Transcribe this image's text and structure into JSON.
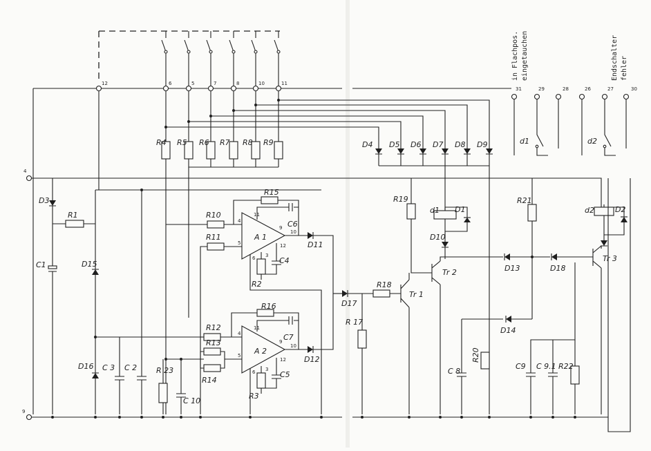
{
  "labels": {
    "R1": "R1",
    "R2": "R2",
    "R3": "R3",
    "R4": "R4",
    "R5": "R5",
    "R6": "R6",
    "R7": "R7",
    "R8": "R8",
    "R9": "R9",
    "R10": "R10",
    "R11": "R11",
    "R12": "R12",
    "R13": "R13",
    "R14": "R14",
    "R15": "R15",
    "R16": "R16",
    "R17": "R 17",
    "R18": "R18",
    "R19": "R19",
    "R20": "R20",
    "R21": "R21",
    "R22": "R22",
    "R23": "R 23",
    "C1": "C1",
    "C2": "C 2",
    "C3": "C 3",
    "C4": "C4",
    "C5": "C5",
    "C6": "C6",
    "C7": "C7",
    "C8": "C 8",
    "C9": "C9",
    "C91": "C 9.1",
    "C10": "C 10",
    "D1": "D1",
    "D2": "D2",
    "D3": "D3",
    "D4": "D4",
    "D5": "D5",
    "D6": "D6",
    "D7": "D7",
    "D8": "D8",
    "D9": "D9",
    "D10": "D10",
    "D11": "D11",
    "D12": "D12",
    "D13": "D13",
    "D14": "D14",
    "D15": "D15",
    "D16": "D16",
    "D17": "D17",
    "D18": "D18",
    "A1": "A 1",
    "A2": "A 2",
    "Tr1": "Tr 1",
    "Tr2": "Tr 2",
    "Tr3": "Tr 3",
    "d1": "d1",
    "d2": "d2",
    "d1b": "d1",
    "d2b": "d2"
  },
  "terminals": {
    "t4": "4",
    "t9": "9",
    "t12": "12",
    "t6": "6",
    "t5": "5",
    "t7": "7",
    "t8": "8",
    "t10": "10",
    "t11": "11",
    "t31": "31",
    "t29": "29",
    "t28": "28",
    "t26": "26",
    "t27": "27",
    "t30": "30"
  },
  "pins": {
    "a1_11": "11",
    "a1_9": "9",
    "a1_4": "4",
    "a1_5": "5",
    "a1_10": "10",
    "a1_12": "12",
    "a1_6": "6",
    "a1_3": "3",
    "a2_11": "11",
    "a2_9": "9",
    "a2_4": "4",
    "a2_5": "5",
    "a2_10": "10",
    "a2_12": "12",
    "a2_6": "6",
    "a2_3": "3"
  },
  "notes": {
    "note1a": "in Flachpos.",
    "note1b": "eingetauchen",
    "note2a": "Endschalter",
    "note2b": "fehler"
  }
}
